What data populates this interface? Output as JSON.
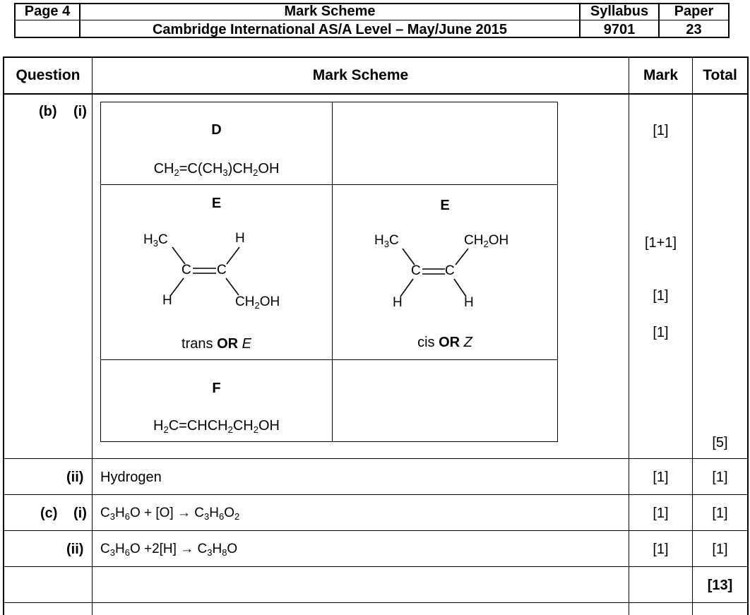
{
  "header": {
    "page": "Page 4",
    "title": "Mark Scheme",
    "subtitle": "Cambridge International AS/A Level – May/June 2015",
    "syllabus_label": "Syllabus",
    "syllabus_value": "9701",
    "paper_label": "Paper",
    "paper_value": "23"
  },
  "table": {
    "col_question": "Question",
    "col_scheme": "Mark Scheme",
    "col_mark": "Mark",
    "col_total": "Total",
    "b_label": "(b)",
    "b_i_label": "(i)",
    "D": {
      "label": "D",
      "formula": [
        [
          "CH",
          ""
        ],
        [
          "2",
          "sub"
        ],
        [
          "=C(CH",
          ""
        ],
        [
          "3",
          "sub"
        ],
        [
          ")CH",
          ""
        ],
        [
          "2",
          "sub"
        ],
        [
          "OH",
          ""
        ]
      ]
    },
    "E_trans": {
      "label": "E",
      "top_left": [
        [
          "H",
          ""
        ],
        [
          "3",
          "sub"
        ],
        [
          "C",
          ""
        ]
      ],
      "top_right": [
        [
          "H",
          ""
        ]
      ],
      "c_left": "C",
      "c_right": "C",
      "bottom_left": [
        [
          "H",
          ""
        ]
      ],
      "bottom_right": [
        [
          "CH",
          ""
        ],
        [
          "2",
          "sub"
        ],
        [
          "OH",
          ""
        ]
      ],
      "caption_a": "trans ",
      "caption_or": "OR",
      "caption_b": " E"
    },
    "E_cis": {
      "label": "E",
      "top_left": [
        [
          "H",
          ""
        ],
        [
          "3",
          "sub"
        ],
        [
          "C",
          ""
        ]
      ],
      "top_right": [
        [
          "CH",
          ""
        ],
        [
          "2",
          "sub"
        ],
        [
          "OH",
          ""
        ]
      ],
      "c_left": "C",
      "c_right": "C",
      "bottom_left": [
        [
          "H",
          ""
        ]
      ],
      "bottom_right": [
        [
          "H",
          ""
        ]
      ],
      "caption_a": "cis ",
      "caption_or": "OR",
      "caption_b": " Z"
    },
    "F": {
      "label": "F",
      "formula": [
        [
          "H",
          ""
        ],
        [
          "2",
          "sub"
        ],
        [
          "C=CHCH",
          ""
        ],
        [
          "2",
          "sub"
        ],
        [
          "CH",
          ""
        ],
        [
          "2",
          "sub"
        ],
        [
          "OH",
          ""
        ]
      ]
    },
    "b_marks": [
      "[1]",
      "[1+1]",
      "[1]",
      "[1]"
    ],
    "b_total": "[5]",
    "b_ii_label": "(ii)",
    "b_ii_text": "Hydrogen",
    "b_ii_mark": "[1]",
    "b_ii_total": "[1]",
    "c_label": "(c)",
    "c_i_label": "(i)",
    "c_i_eq": [
      [
        "C",
        ""
      ],
      [
        "3",
        "sub"
      ],
      [
        "H",
        ""
      ],
      [
        "6",
        "sub"
      ],
      [
        "O + [O] → C",
        ""
      ],
      [
        "3",
        "sub"
      ],
      [
        "H",
        ""
      ],
      [
        "6",
        "sub"
      ],
      [
        "O",
        ""
      ],
      [
        "2",
        "sub"
      ]
    ],
    "c_i_mark": "[1]",
    "c_i_total": "[1]",
    "c_ii_label": "(ii)",
    "c_ii_eq": [
      [
        "C",
        ""
      ],
      [
        "3",
        "sub"
      ],
      [
        "H",
        ""
      ],
      [
        "6",
        "sub"
      ],
      [
        "O +2[H] → C",
        ""
      ],
      [
        "3",
        "sub"
      ],
      [
        "H",
        ""
      ],
      [
        "8",
        "sub"
      ],
      [
        "O",
        ""
      ]
    ],
    "c_ii_mark": "[1]",
    "c_ii_total": "[1]",
    "grand_total": "[13]"
  }
}
